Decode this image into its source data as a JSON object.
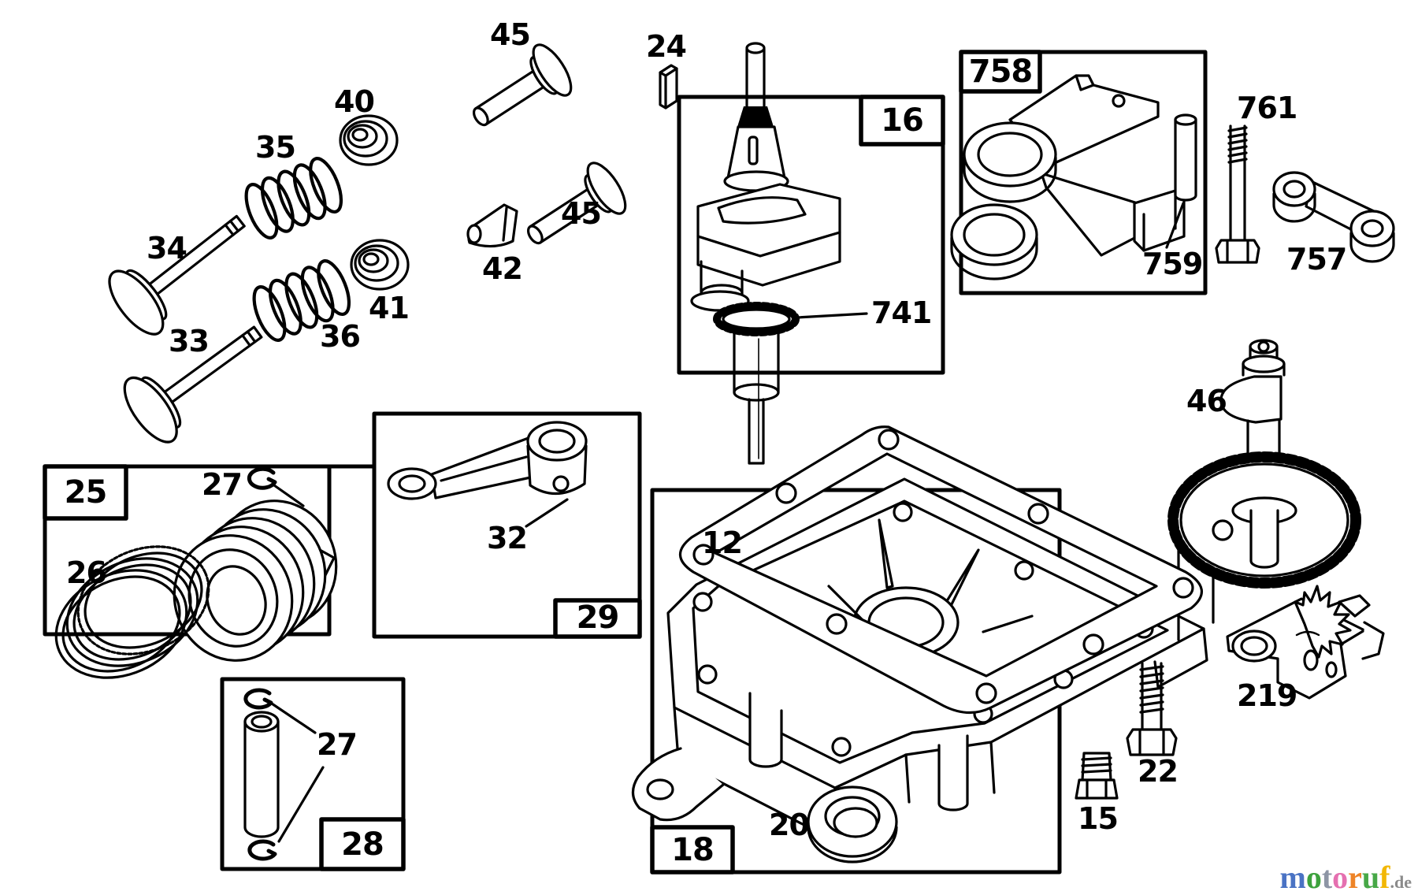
{
  "callouts": {
    "c45a": "45",
    "c24": "24",
    "c40": "40",
    "c35": "35",
    "c45b": "45",
    "c34": "34",
    "c42": "42",
    "c41": "41",
    "c33": "33",
    "c36": "36",
    "c741": "741",
    "c761": "761",
    "c759": "759",
    "c757": "757",
    "c46": "46",
    "c12": "12",
    "c26": "26",
    "c27a": "27",
    "c32": "32",
    "c27b": "27",
    "c20": "20",
    "c22": "22",
    "c15": "15",
    "c219": "219"
  },
  "boxes": {
    "b16": "16",
    "b758": "758",
    "b25": "25",
    "b29": "29",
    "b28": "28",
    "b18": "18"
  },
  "watermark": {
    "letters": [
      {
        "ch": "m",
        "color": "#4a73c4"
      },
      {
        "ch": "o",
        "color": "#3da23d"
      },
      {
        "ch": "t",
        "color": "#8d95a5"
      },
      {
        "ch": "o",
        "color": "#e570b0"
      },
      {
        "ch": "r",
        "color": "#ee8427"
      },
      {
        "ch": "u",
        "color": "#47a847"
      },
      {
        "ch": "f",
        "color": "#f2b705"
      }
    ],
    "suffix": ".de",
    "suffix_color": "#8b8b8b"
  },
  "colors": {
    "line": "#000000",
    "background": "#ffffff"
  }
}
